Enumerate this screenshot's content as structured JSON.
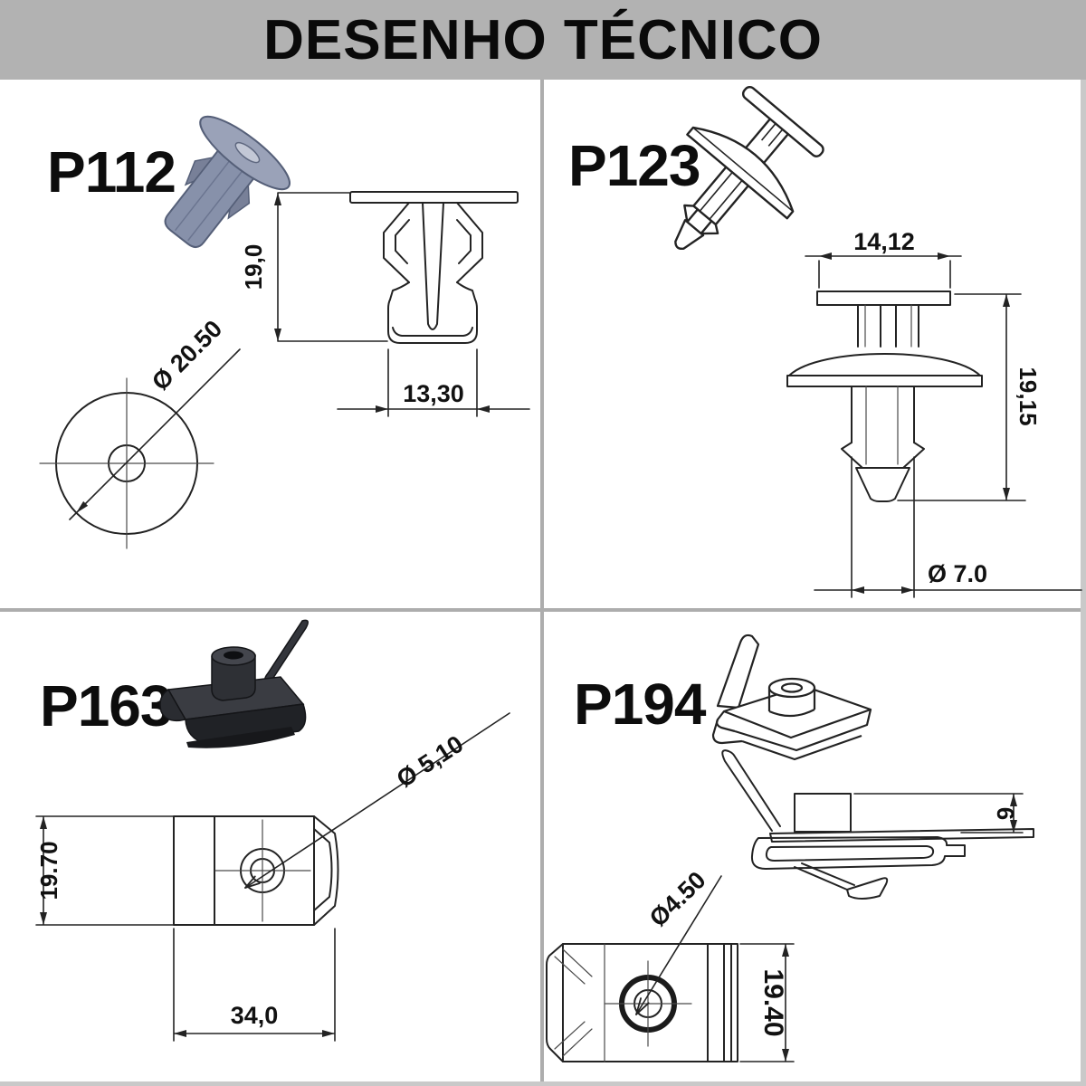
{
  "header": {
    "title": "DESENHO TÉCNICO"
  },
  "parts": [
    {
      "label": "P112",
      "dim_height": "19,0",
      "dim_width": "13,30",
      "dim_diameter": "Ø 20.50"
    },
    {
      "label": "P123",
      "dim_width": "14,12",
      "dim_height": "19,15",
      "dim_diameter": "Ø 7.0"
    },
    {
      "label": "P163",
      "dim_diameter": "Ø 5,10",
      "dim_height": "19.70",
      "dim_length": "34,0"
    },
    {
      "label": "P194",
      "dim_boss": "6",
      "dim_diameter": "Ø4.50",
      "dim_height": "19.40"
    }
  ],
  "colors": {
    "header_bg": "#b2b2b2",
    "divider": "#adadad",
    "line": "#232323",
    "render_body": "#8f97ad",
    "render_dark_clip": "#2b2c30"
  }
}
